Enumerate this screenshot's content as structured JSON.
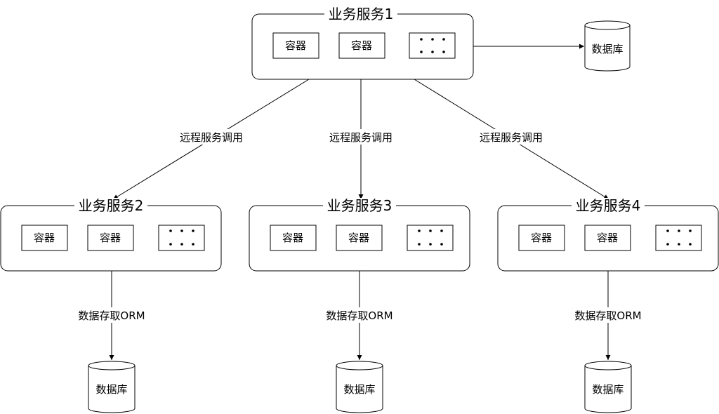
{
  "services": [
    {
      "title": "业务服务1",
      "containers": [
        "容器",
        "容器"
      ],
      "more": "• • •"
    },
    {
      "title": "业务服务2",
      "containers": [
        "容器",
        "容器"
      ],
      "more": "• • •"
    },
    {
      "title": "业务服务3",
      "containers": [
        "容器",
        "容器"
      ],
      "more": "• • •"
    },
    {
      "title": "业务服务4",
      "containers": [
        "容器",
        "容器"
      ],
      "more": "• • •"
    }
  ],
  "databases": [
    {
      "label": "数据库"
    },
    {
      "label": "数据库"
    },
    {
      "label": "数据库"
    },
    {
      "label": "数据库"
    }
  ],
  "edges": {
    "remote_call": [
      "远程服务调用",
      "远程服务调用",
      "远程服务调用"
    ],
    "orm": [
      "数据存取ORM",
      "数据存取ORM",
      "数据存取ORM"
    ]
  }
}
